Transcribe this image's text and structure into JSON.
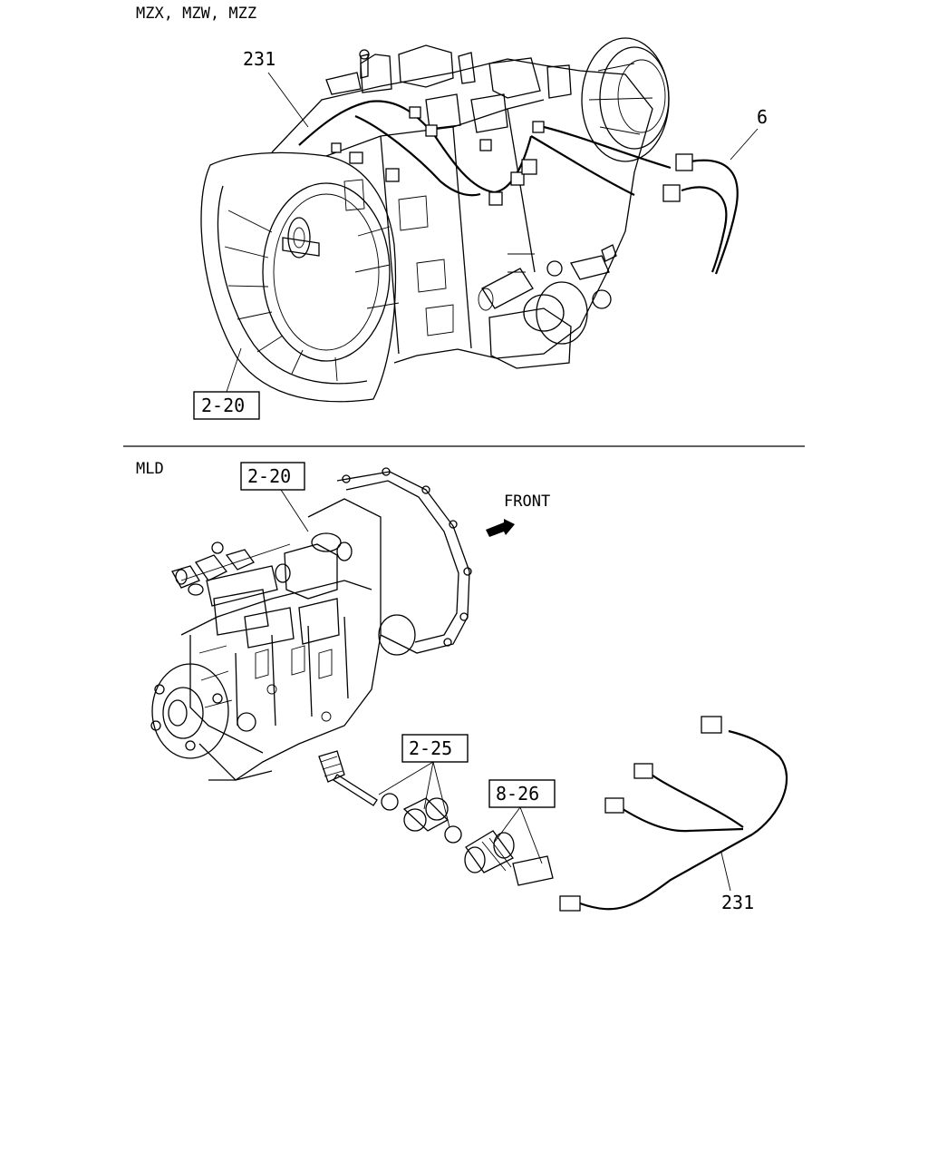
{
  "top_section": {
    "models": "MZX, MZW, MZZ",
    "callouts": {
      "harness": "231",
      "wiring": "6",
      "housing_ref": "2-20"
    }
  },
  "bottom_section": {
    "model": "MLD",
    "front_label": "FRONT",
    "callouts": {
      "housing_ref": "2-20",
      "speedometer_ref": "2-25",
      "sensor_ref": "8-26",
      "harness": "231"
    }
  }
}
